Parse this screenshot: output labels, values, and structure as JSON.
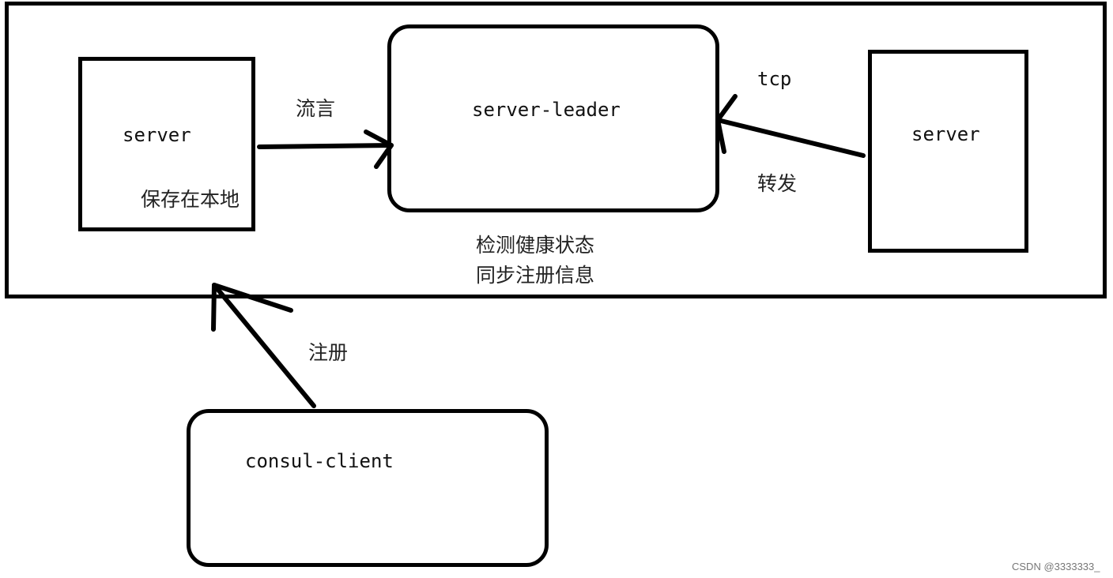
{
  "nodes": {
    "server_left": {
      "label": "server",
      "note": "保存在本地"
    },
    "server_leader": {
      "label": "server-leader",
      "caption_lines": [
        "检测健康状态",
        "同步注册信息"
      ]
    },
    "server_right": {
      "label": "server"
    },
    "consul_client": {
      "label": "consul-client"
    }
  },
  "edges": {
    "gossip": {
      "label": "流言"
    },
    "forward": {
      "label_top": "tcp",
      "label_bottom": "转发"
    },
    "register": {
      "label": "注册"
    }
  },
  "watermark": "CSDN @3333333_"
}
